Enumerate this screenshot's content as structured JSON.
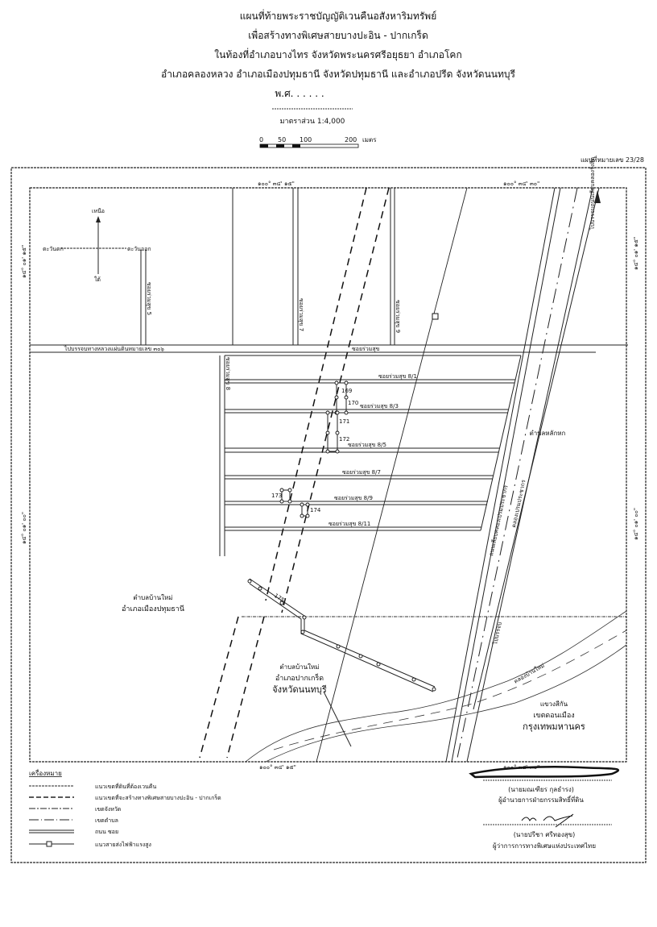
{
  "title": {
    "line1": "แผนที่ท้ายพระราชบัญญัติเวนคืนอสังหาริมทรัพย์",
    "line2": "เพื่อสร้างทางพิเศษสายบางปะอิน - ปากเกร็ด",
    "line3": "ในท้องที่อำเภอบางไทร จังหวัดพระนครศรีอยุธยา อำเภอโคก",
    "line4": "อำเภอคลองหลวง  อำเภอเมืองปทุมธานี  จังหวัดปทุมธานี  และอำเภอปรีด  จังหวัดนนทบุรี",
    "year": "พ.ศ. . . . . .",
    "scale": "มาตราส่วน  1:4,000"
  },
  "scale_bar": {
    "ticks": [
      "0",
      "50",
      "100",
      "200"
    ],
    "unit": "เมตร"
  },
  "sheet_number": "แผนที่หมายเลข 23/28",
  "coordinates": {
    "top_left": "๑๐๐° ๓๔' ๑๕\"",
    "top_right": "๑๐๐° ๓๔' ๓๐\"",
    "bottom_left": "๑๐๐° ๓๔' ๑๕\"",
    "bottom_right": "๑๐๐° ๓๔' ๓๐\"",
    "left_upper": "๑๔° ๐๑' ๑๕\"",
    "left_lower": "๑๔° ๐๑' ๐๐\"",
    "right_upper": "๑๔° ๐๑' ๑๕\"",
    "right_lower": "๑๔° ๐๑' ๐๐\""
  },
  "compass": {
    "north": "เหนือ",
    "south": "ใต้",
    "west": "ตะวันตก",
    "east": "ตะวันออก"
  },
  "roads": {
    "main_road": "ไปบรรจบทางหลวงแผ่นดินหมายเลข ๓๐๖",
    "soi5": "ซอยร่วมสุข 5",
    "soi7": "ซอยร่วมสุข 7",
    "soi9": "ซอยร่วมสุข 9",
    "soi8": "ซอยร่วมสุข 8",
    "soi_top": "ซอยร่วมสุข",
    "soi8_1": "ซอยร่วมสุข 8/1",
    "soi8_3": "ซอยร่วมสุข 8/3",
    "soi8_5": "ซอยร่วมสุข 8/5",
    "soi8_7": "ซอยร่วมสุข 8/7",
    "soi8_9": "ซอยร่วมสุข 8/9",
    "soi8_11": "ซอยร่วมสุข 8/11",
    "highway_north": "ไปบรรจบถนนเลียบคลองรังสิต",
    "highway_south": "ไปบรรจบ",
    "frontage": "ถนนเลียบคลองเปรมประชากร",
    "canal_prem": "คลองเปรมประชากร",
    "canal_banmai": "คลองบ้านใหม่"
  },
  "parcels": [
    "169",
    "170",
    "171",
    "172",
    "173",
    "174",
    "175"
  ],
  "areas": {
    "lak_hok": "ตำบลหลักหก",
    "pathum_1": "ตำบลบ้านใหม่",
    "pathum_2": "อำเภอเมืองปทุมธานี",
    "nonthaburi_1": "ตำบลบ้านใหม่",
    "nonthaburi_2": "อำเภอปากเกร็ด",
    "nonthaburi_3": "จังหวัดนนทบุรี",
    "bkk_1": "แขวงสีกัน",
    "bkk_2": "เขตดอนเมือง",
    "bkk_3": "กรุงเทพมหานคร"
  },
  "legend": {
    "title": "เครื่องหมาย",
    "items": [
      "แนวเขตที่ดินที่ต้องเวนคืน",
      "แนวเขตที่จะสร้างทางพิเศษสายบางปะอิน - ปากเกร็ด",
      "เขตจังหวัด",
      "เขตตำบล",
      "ถนน  ซอย",
      "แนวสายส่งไฟฟ้าแรงสูง"
    ]
  },
  "signatures": [
    {
      "name": "(นายมณเฑียร  กุลธำรง)",
      "title": "ผู้อำนวยการฝ่ายกรรมสิทธิ์ที่ดิน"
    },
    {
      "name": "(นายปรีชา  ศรีทองสุข)",
      "title": "ผู้ว่าการการทางพิเศษแห่งประเทศไทย"
    }
  ]
}
